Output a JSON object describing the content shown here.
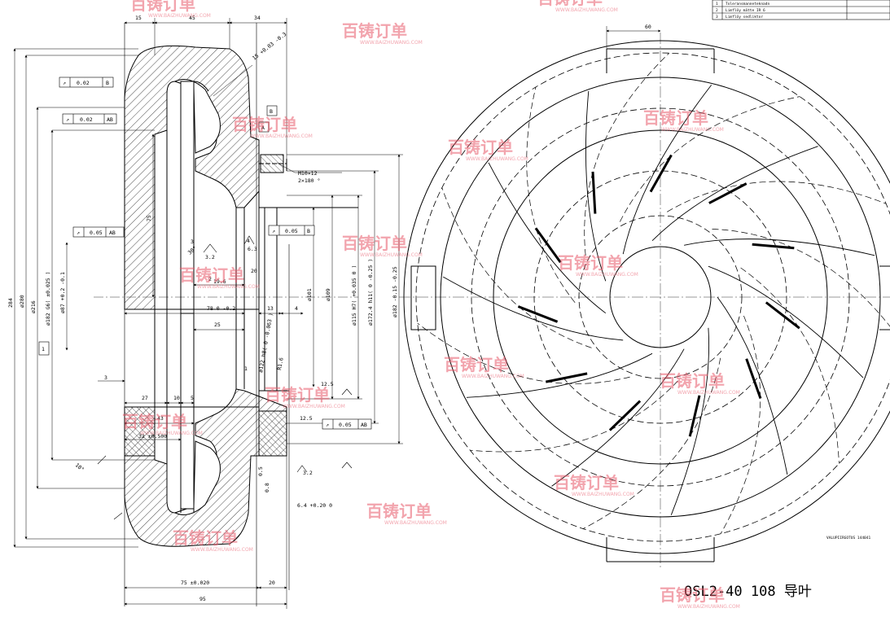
{
  "title": "OSL2-40 108 导叶",
  "watermark": {
    "text": "百铸订单",
    "url": "WWW.BAIZHUWANG.COM",
    "color": "#e85a6b"
  },
  "title_block": {
    "rows": [
      {
        "n": "1",
        "t": "Toleransmanneteknadn"
      },
      {
        "n": "2",
        "t": "Limflöy mätte IR 6"
      },
      {
        "n": "3",
        "t": "Limflöy sedliktor"
      }
    ]
  },
  "ref_note": "VALUPIIRGOTUS 144041",
  "dimensions": {
    "d15": "15",
    "d45": "45",
    "d34": "34",
    "d60": "60",
    "radius_15": "15 +0.03 -0.3",
    "thread": "M10×12",
    "thread2": "2×180 °",
    "d284": "284",
    "d280": "ø280",
    "d216": "ø216",
    "d182": "ø182 G6( ±0.025 )",
    "d87": "ø87 +0.2 -0.1",
    "d75v": "75",
    "d19_6": "19.6",
    "d78": "78 0 -0.2",
    "d25": "25",
    "d13": "13",
    "d4": "4",
    "d101": "ø101",
    "d109": "ø109",
    "d115": "ø115 H7( +0.035 0 )",
    "d172": "ø172.4 h11( 0 -0.25 )",
    "d182b": "ø182 -0.15 -0.25",
    "d122": "ø122 h8( 0 -0.063 )",
    "r1": "R1.6",
    "d12_5": "12.5",
    "d3": "3",
    "d27": "27",
    "d10": "10",
    "d5": "5",
    "d43": "43",
    "d32": "32 ±0.500",
    "d75b": "75 ±0.020",
    "d20": "20",
    "d95": "95",
    "d6_4": "6.4 +0.20 0",
    "d0_8": "0.8",
    "d0_5": "0.5",
    "rough_3_2": "3.2",
    "rough_6_3": "6.3",
    "rough_3_2b": "3.2",
    "rough_12_5": "12.5",
    "lbl_a": "A",
    "lbl_b": "B",
    "lbl_1": "1",
    "lbl_2": "2",
    "lbl_3": "3",
    "lbl_4": "4",
    "lbl_20": "20",
    "lbl_1x": "1",
    "angle_30": "30°",
    "angle_10": "10°"
  },
  "tolerances": [
    {
      "sym": "↗",
      "val": "0.02",
      "ref": "B"
    },
    {
      "sym": "↗",
      "val": "0.02",
      "ref": "AB"
    },
    {
      "sym": "↗",
      "val": "0.05",
      "ref": "AB"
    },
    {
      "sym": "↗",
      "val": "0.05",
      "ref": "B"
    },
    {
      "sym": "↗",
      "val": "0.05",
      "ref": "AB"
    }
  ]
}
